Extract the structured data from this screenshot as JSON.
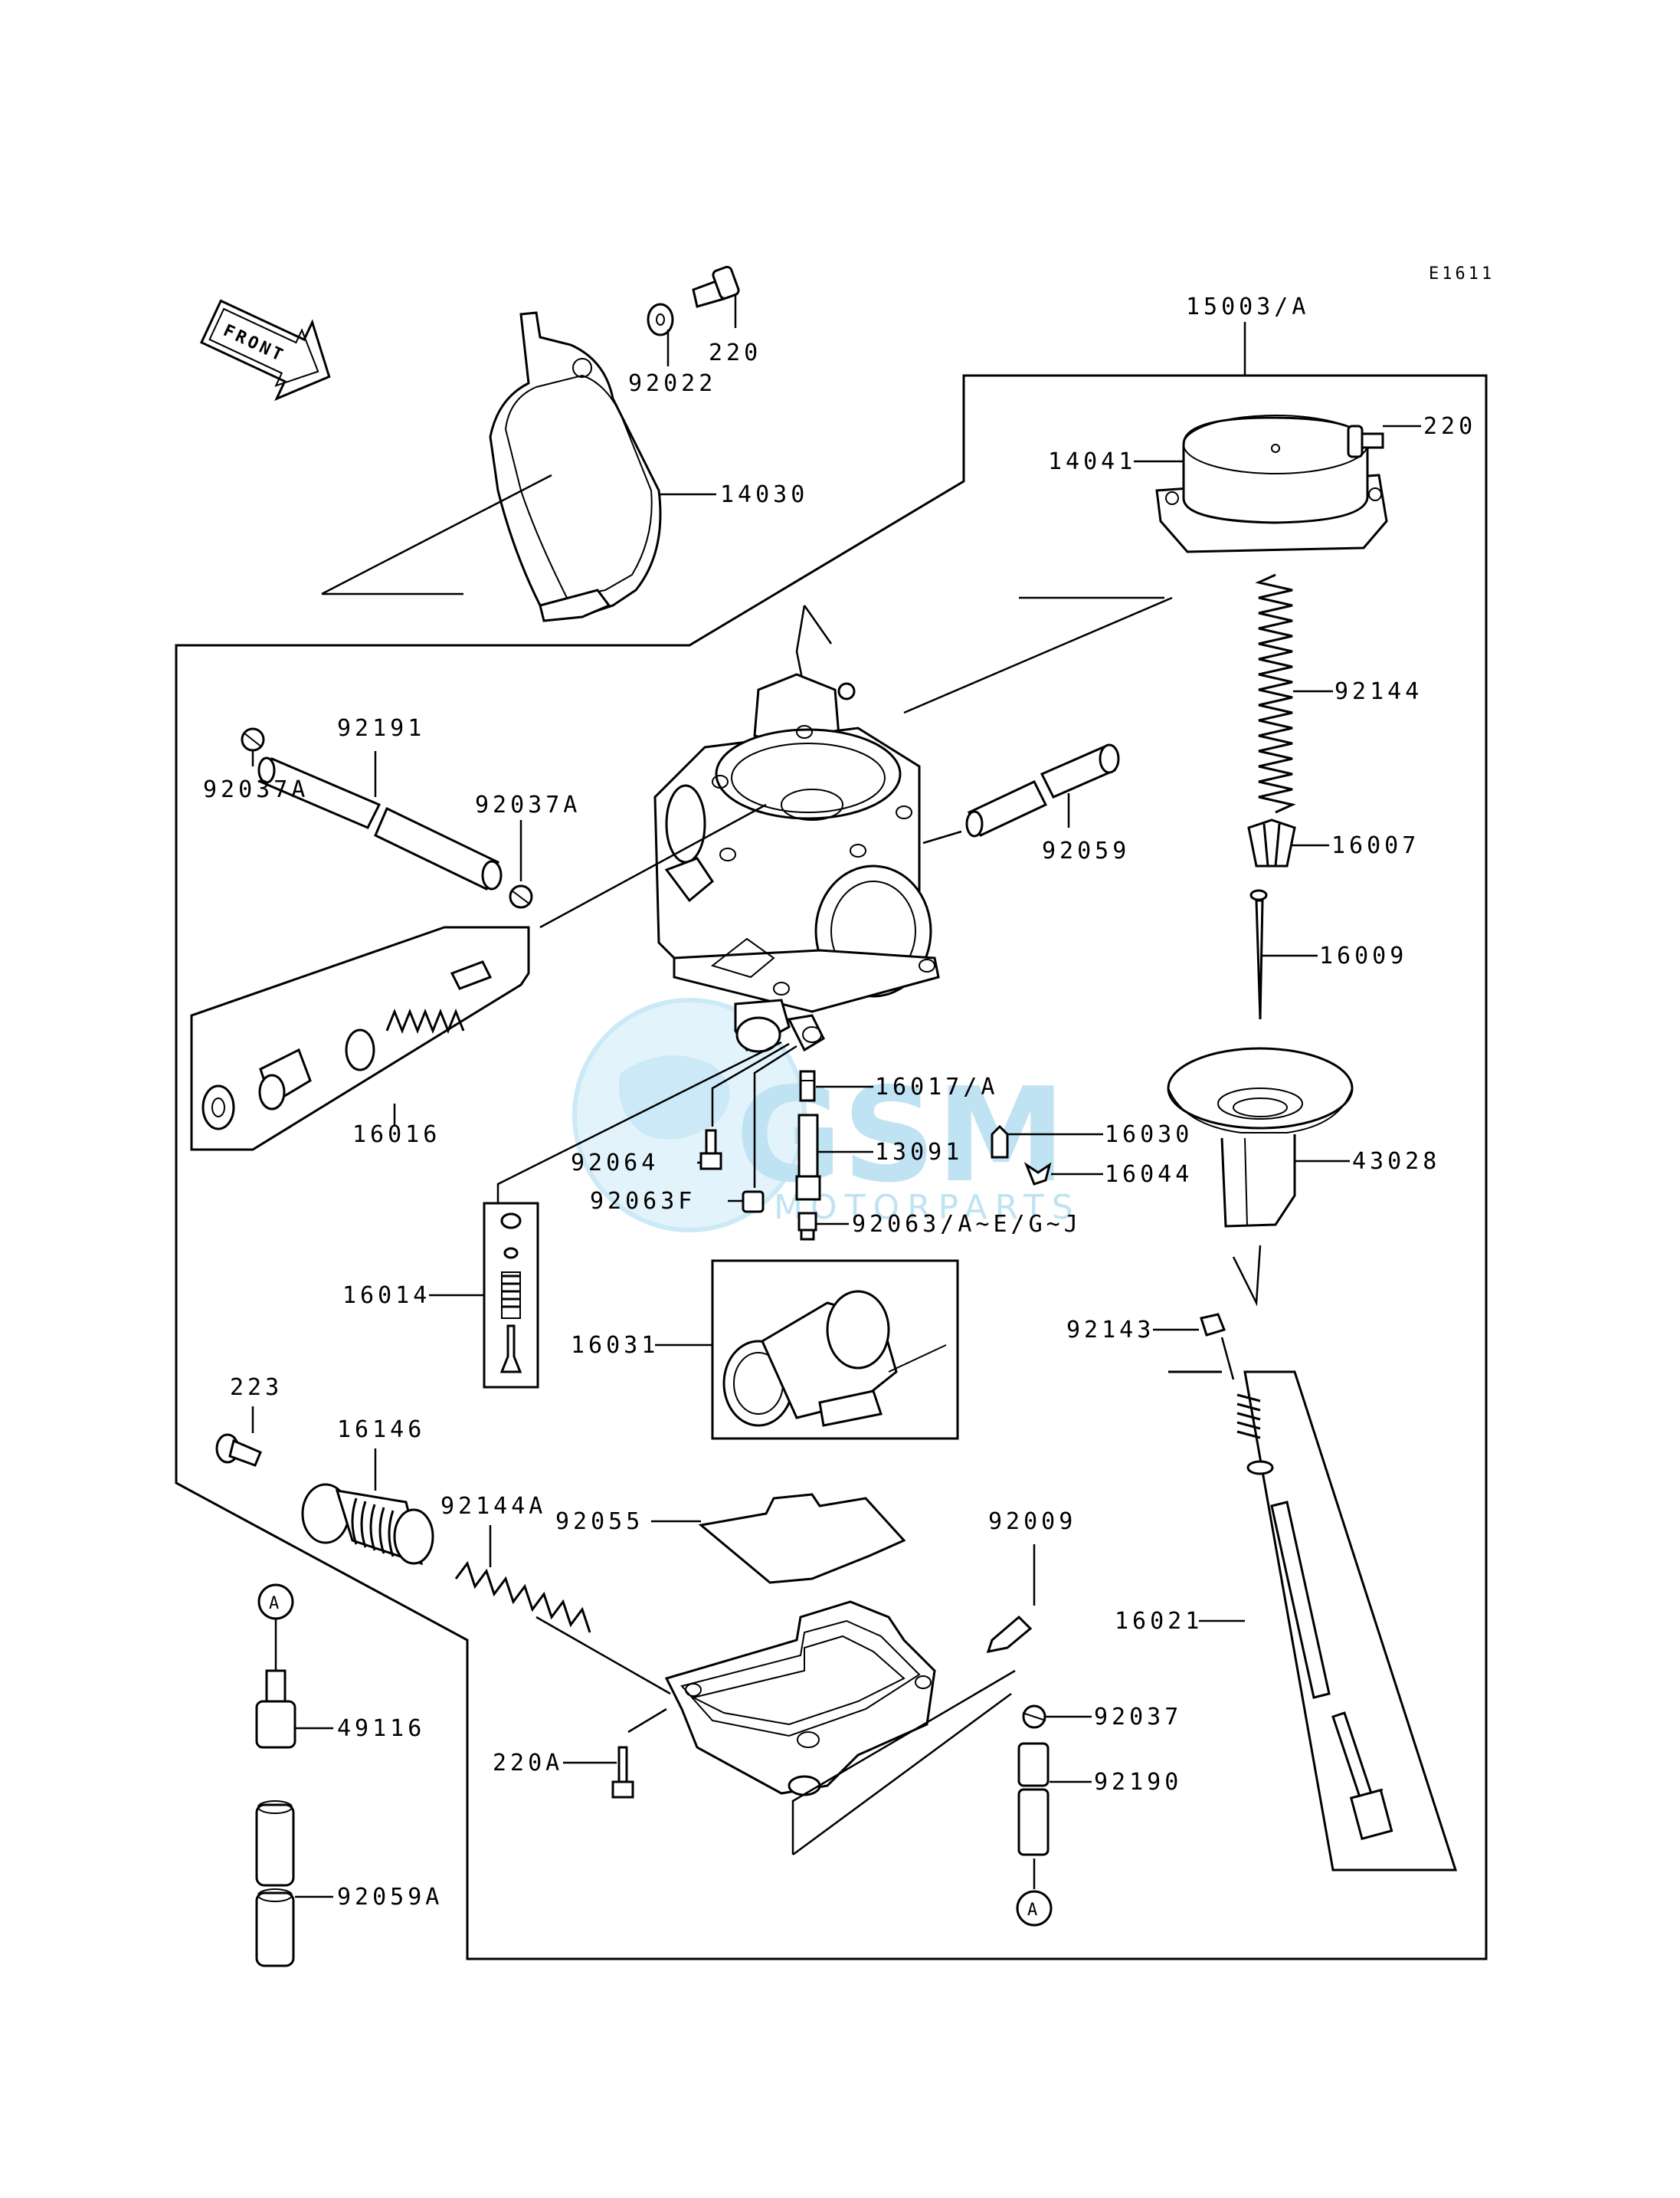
{
  "diagram_code": "E1611",
  "front_label": "FRONT",
  "watermark": {
    "logo": "GSM",
    "sub": "MOTORPARTS",
    "color": "#bfe3f3"
  },
  "circle_marker": "A",
  "parts": {
    "p220_top": "220",
    "p92022": "92022",
    "p14030": "14030",
    "p15003": "15003/A",
    "p14041": "14041",
    "p220_right": "220",
    "p92144": "92144",
    "p16007": "16007",
    "p16009": "16009",
    "p43028": "43028",
    "p92191": "92191",
    "p92037A_left": "92037A",
    "p92037A_right": "92037A",
    "p92059": "92059",
    "p16016": "16016",
    "p16017": "16017/A",
    "p16030": "16030",
    "p13091": "13091",
    "p16044": "16044",
    "p92064": "92064",
    "p92063F": "92063F",
    "p92063": "92063/A~E/G~J",
    "p16014": "16014",
    "p16031": "16031",
    "p92143": "92143",
    "p223": "223",
    "p16146": "16146",
    "p92144A": "92144A",
    "p92055": "92055",
    "p92009": "92009",
    "p16021": "16021",
    "p49116": "49116",
    "p92037": "92037",
    "p220A": "220A",
    "p92190": "92190",
    "p92059A": "92059A"
  }
}
